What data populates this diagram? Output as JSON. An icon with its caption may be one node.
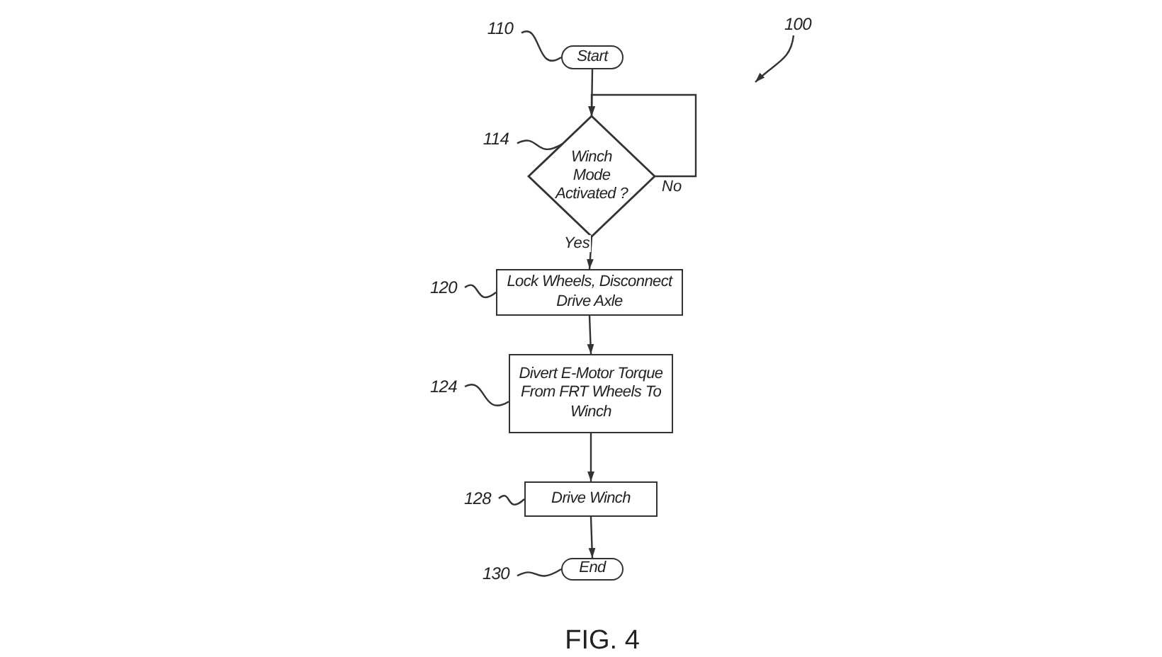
{
  "diagram": {
    "caption": "FIG. 4",
    "nodes": [
      {
        "text": [
          "110"
        ]
      },
      {
        "text": [
          "Start"
        ]
      },
      {
        "text": [
          "114"
        ]
      },
      {
        "text": [
          "Winch Mode Activated ?"
        ]
      },
      {
        "text": [
          "120"
        ]
      },
      {
        "text": [
          "Lock Wheels, Disconnect Drive Axle"
        ]
      },
      {
        "text": [
          "124"
        ]
      },
      {
        "text": [
          "Divert E-Motor Torque From FRT Wheels To Winch"
        ]
      },
      {
        "text": [
          "128"
        ]
      },
      {
        "text": [
          "Drive Winch"
        ]
      },
      {
        "text": [
          "130"
        ]
      },
      {
        "text": [
          "End"
        ]
      },
      {
        "text": [
          "100"
        ]
      }
    ],
    "edges": [
      {
        "from": 0,
        "to": 1,
        "arrow": "none"
      },
      {
        "from": 2,
        "to": 3,
        "arrow": "none"
      },
      {
        "from": 4,
        "to": 5,
        "arrow": "none"
      },
      {
        "from": 6,
        "to": 7,
        "arrow": "none"
      },
      {
        "from": 8,
        "to": 9,
        "arrow": "none"
      },
      {
        "from": 10,
        "to": 11,
        "arrow": "none"
      },
      {
        "from": 12,
        "to": null,
        "arrow": "to"
      },
      {
        "from": 1,
        "to": 3,
        "arrow": "to"
      },
      {
        "from": 3,
        "to": 3,
        "arrow": "to",
        "label": "No"
      },
      {
        "from": 3,
        "to": 5,
        "arrow": "to",
        "label": "Yes"
      },
      {
        "from": 5,
        "to": 7,
        "arrow": "to"
      },
      {
        "from": 7,
        "to": 9,
        "arrow": "to"
      },
      {
        "from": 9,
        "to": 11,
        "arrow": "to"
      }
    ]
  }
}
